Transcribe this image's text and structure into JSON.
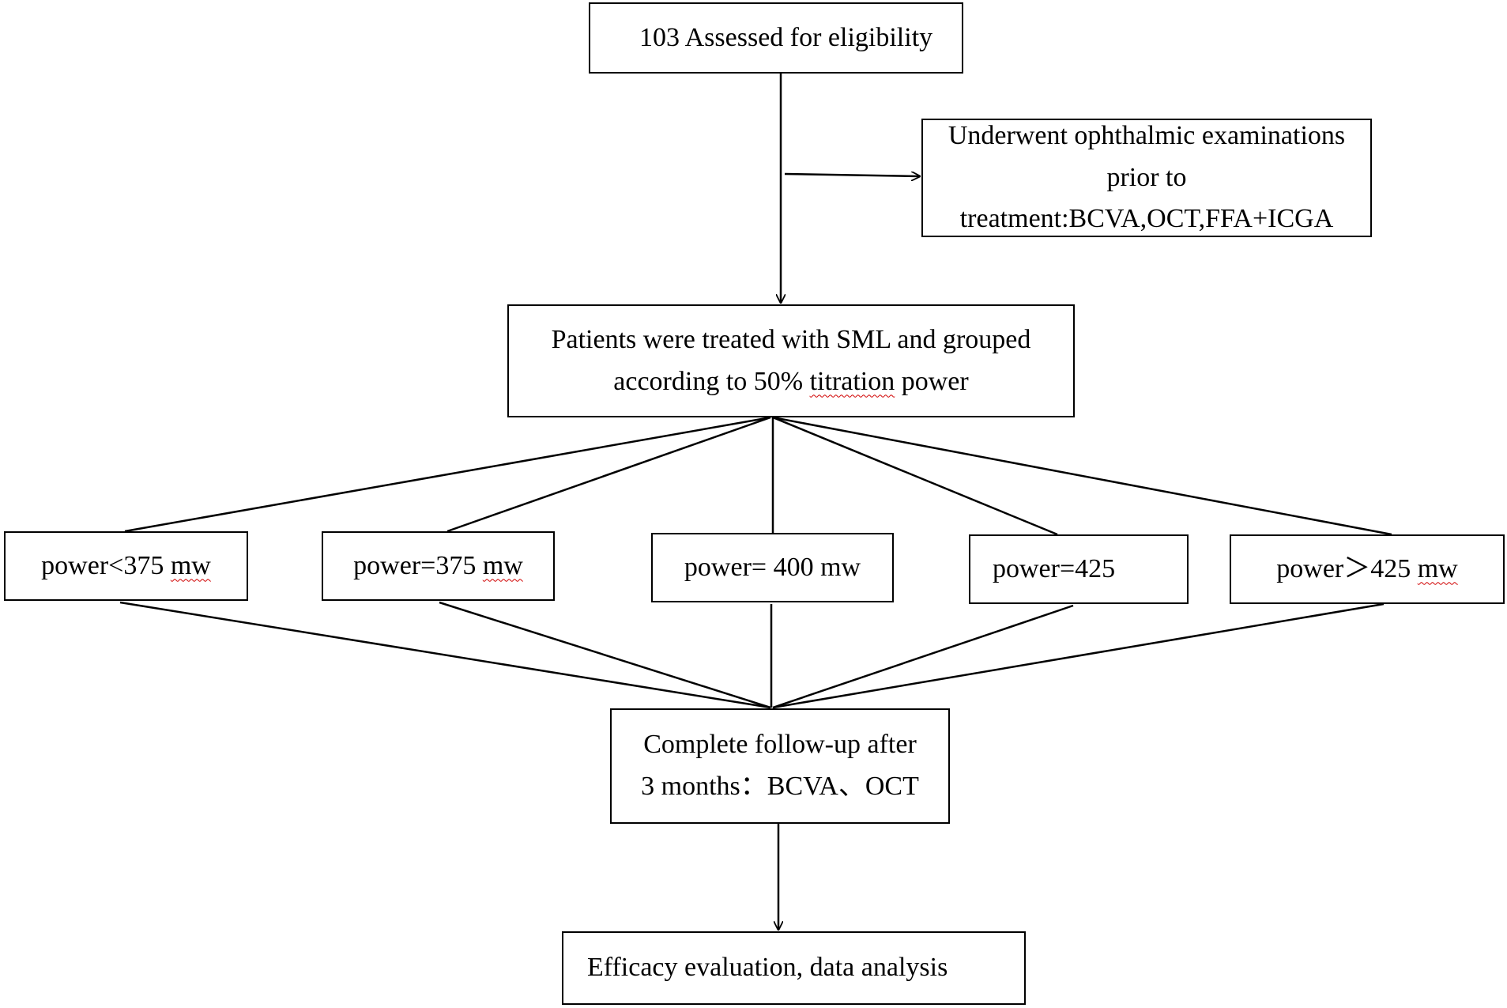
{
  "diagram": {
    "nodes": {
      "assess": {
        "text": "103 Assessed for eligibility"
      },
      "exam": {
        "text": "Underwent ophthalmic examinations prior to\ntreatment:BCVA,OCT,FFA+ICGA"
      },
      "treat": {
        "line1": "Patients were treated with SML and grouped",
        "line2_pre": "according to 50% ",
        "line2_u": "titration",
        "line2_post": " power"
      },
      "p1": {
        "pre": "power<375 ",
        "unit": "mw"
      },
      "p2": {
        "pre": "power=375 ",
        "unit": "mw"
      },
      "p3": {
        "pre": "power= 400 ",
        "unit": "mw"
      },
      "p4": {
        "text": "power=425"
      },
      "p5": {
        "pre": "power＞425 ",
        "unit": "mw"
      },
      "follow": {
        "text": "Complete follow-up after\n3 months：BCVA、OCT"
      },
      "efficacy": {
        "text": "Efficacy evaluation, data analysis"
      }
    },
    "edges": [
      {
        "from": "assess",
        "to": "treat",
        "arrow": true
      },
      {
        "from": "assess",
        "to": "exam",
        "arrow": true
      },
      {
        "from": "treat",
        "to": "p1",
        "arrow": false
      },
      {
        "from": "treat",
        "to": "p2",
        "arrow": false
      },
      {
        "from": "treat",
        "to": "p3",
        "arrow": false
      },
      {
        "from": "treat",
        "to": "p4",
        "arrow": false
      },
      {
        "from": "treat",
        "to": "p5",
        "arrow": false
      },
      {
        "from": "p1",
        "to": "follow",
        "arrow": false
      },
      {
        "from": "p2",
        "to": "follow",
        "arrow": false
      },
      {
        "from": "p3",
        "to": "follow",
        "arrow": false
      },
      {
        "from": "p4",
        "to": "follow",
        "arrow": false
      },
      {
        "from": "p5",
        "to": "follow",
        "arrow": false
      },
      {
        "from": "follow",
        "to": "efficacy",
        "arrow": true
      }
    ],
    "colors": {
      "line": "#000000",
      "spellcheck_underline": "#d00000",
      "background": "#ffffff"
    }
  }
}
